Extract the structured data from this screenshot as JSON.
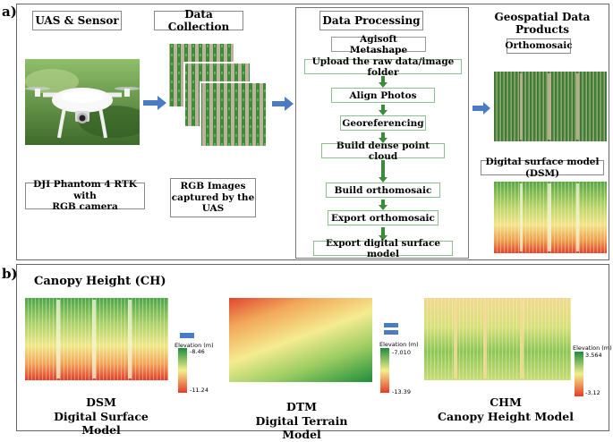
{
  "panel_a": {
    "label": "a)",
    "uas": {
      "title": "UAS & Sensor",
      "caption_line1": "DJI Phantom 4 RTK with",
      "caption_line2": "RGB camera"
    },
    "collection": {
      "title": "Data Collection",
      "caption_line1": "RGB Images",
      "caption_line2": "captured by the",
      "caption_line3": "UAS"
    },
    "processing": {
      "title": "Data Processing",
      "software": "Agisoft Metashape",
      "steps": [
        "Upload the raw data/image folder",
        "Align Photos",
        "Georeferencing",
        "Build dense point cloud",
        "Build orthomosaic",
        "Export orthomosaic",
        "Export digital surface model"
      ]
    },
    "products": {
      "title": "Geospatial Data Products",
      "orthomosaic": "Orthomosaic",
      "dsm": "Digital surface model (DSM)"
    }
  },
  "panel_b": {
    "label": "b)",
    "title": "Canopy Height (CH)",
    "dsm": {
      "abbr": "DSM",
      "name": "Digital Surface Model",
      "legend_title": "Elevation (m)",
      "max": "-8.46",
      "min": "-11.24"
    },
    "dtm": {
      "abbr": "DTM",
      "name": "Digital Terrain Model",
      "legend_title": "Elevation (m)",
      "max": "-7.010",
      "min": "-13.39"
    },
    "chm": {
      "abbr": "CHM",
      "name": "Canopy Height Model",
      "legend_title": "Elevation (m)",
      "max": "3.564",
      "min": "-3.12"
    }
  },
  "colors": {
    "arrow_blue": "#4a7cc4",
    "step_arrow_green": "#3c8a3c",
    "box_border_green": "#8fbf8f"
  }
}
